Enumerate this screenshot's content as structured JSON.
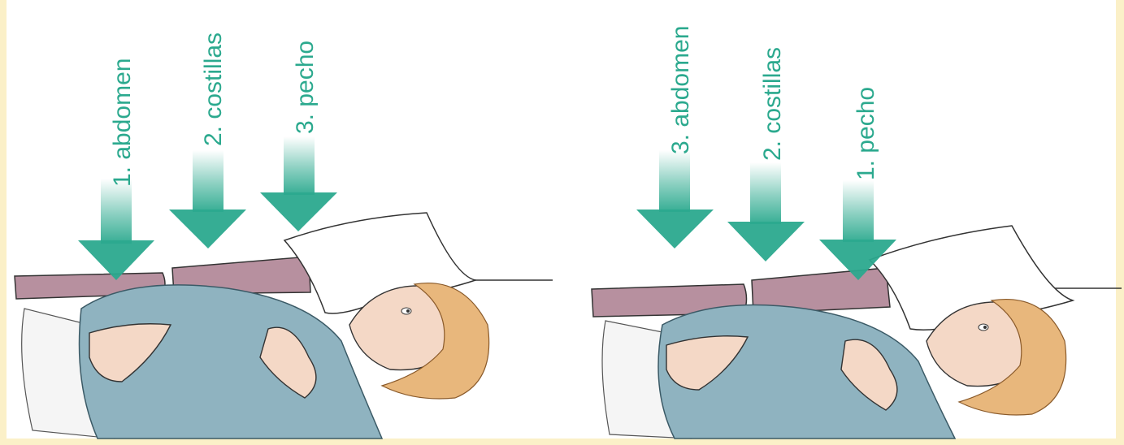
{
  "colors": {
    "arrow": "#2ba98e",
    "label": "#2ba98e",
    "gown": "#8fb3c0",
    "pillow": "#ffffff",
    "mattress": "#b7909f",
    "skin": "#f4d8c6",
    "hair": "#e8b77c",
    "frame": "#fae79c"
  },
  "left_panel": {
    "labels": [
      "1. abdomen",
      "2. costillas",
      "3. pecho"
    ]
  },
  "right_panel": {
    "labels": [
      "3. abdomen",
      "2. costillas",
      "1. pecho"
    ]
  }
}
